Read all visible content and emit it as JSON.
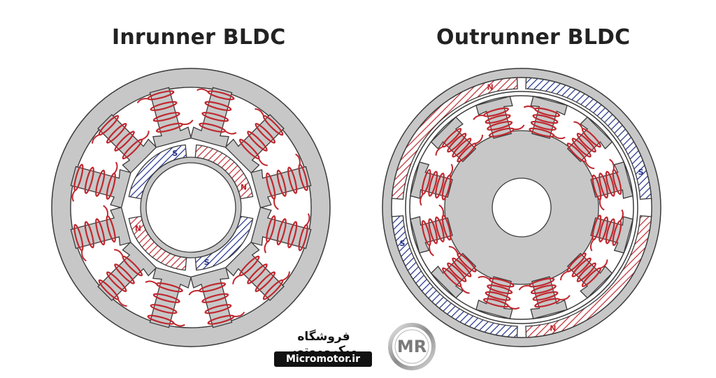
{
  "left_diagram": {
    "title": "Inrunner BLDC",
    "magnet_labels": [
      "S",
      "N",
      "S",
      "N"
    ]
  },
  "right_diagram": {
    "title": "Outrunner BLDC",
    "magnet_labels": [
      "S",
      "N",
      "S",
      "N"
    ]
  },
  "branding": {
    "shop_name": "فروشگاه میکروموتور",
    "website": "Micromotor.ir",
    "logo_letters": "MR"
  },
  "colors": {
    "stator": "#c7c7c7",
    "outline": "#3a3a3a",
    "coil": "#c0282f",
    "magnet_north": "#c0282f",
    "magnet_south": "#1f2e8a"
  }
}
